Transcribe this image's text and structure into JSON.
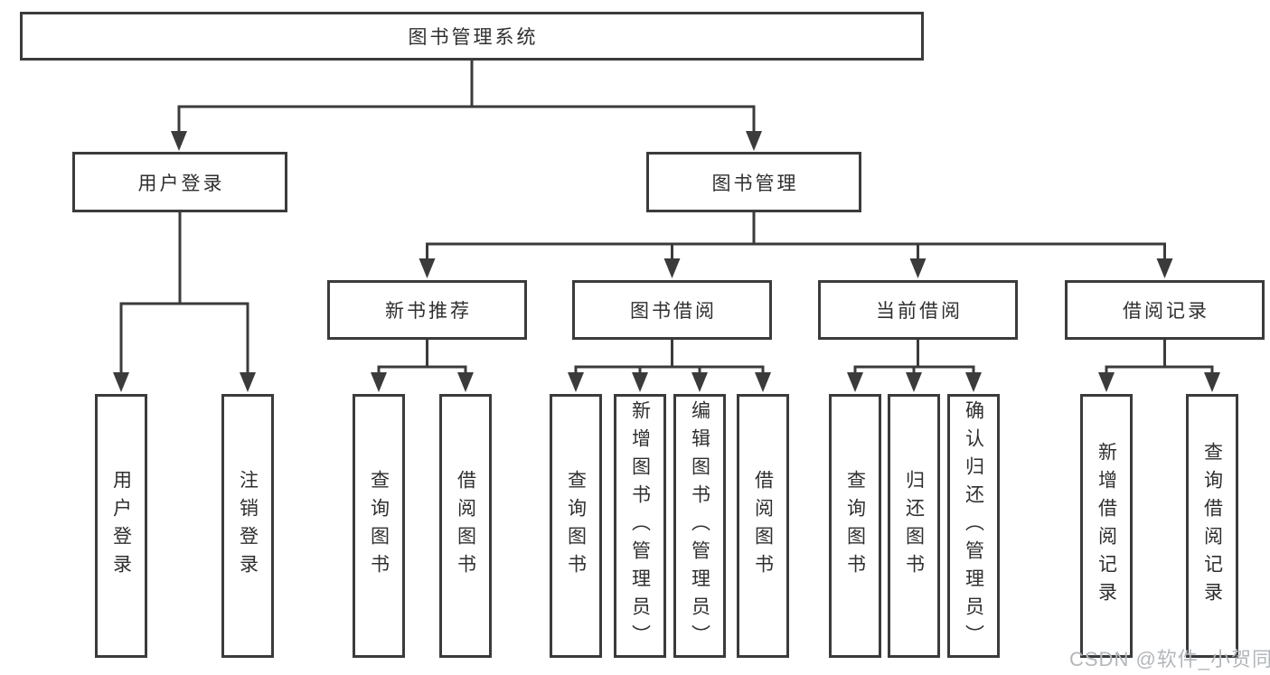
{
  "diagram": {
    "root": {
      "label": "图书管理系统"
    },
    "level1": [
      {
        "label": "用户登录"
      },
      {
        "label": "图书管理"
      }
    ],
    "level2": [
      {
        "label": "新书推荐"
      },
      {
        "label": "图书借阅"
      },
      {
        "label": "当前借阅"
      },
      {
        "label": "借阅记录"
      }
    ],
    "leaves": {
      "user_login": [
        {
          "label": "用户登录"
        },
        {
          "label": "注销登录"
        }
      ],
      "new_book_recommend": [
        {
          "label": "查询图书"
        },
        {
          "label": "借阅图书"
        }
      ],
      "book_borrow": [
        {
          "label": "查询图书"
        },
        {
          "label": "新增图书（管理员）"
        },
        {
          "label": "编辑图书（管理员）"
        },
        {
          "label": "借阅图书"
        }
      ],
      "current_borrow": [
        {
          "label": "查询图书"
        },
        {
          "label": "归还图书"
        },
        {
          "label": "确认归还（管理员）"
        }
      ],
      "borrow_record": [
        {
          "label": "新增借阅记录"
        },
        {
          "label": "查询借阅记录"
        }
      ]
    }
  },
  "watermark": {
    "text": "CSDN @软件_小贺同学"
  },
  "colors": {
    "line": "#3b3b3b",
    "text": "#2f2f2f",
    "background": "#ffffff",
    "watermark": "#b3b7bb"
  }
}
